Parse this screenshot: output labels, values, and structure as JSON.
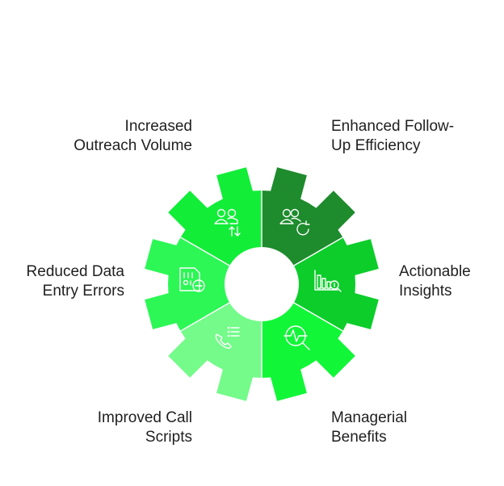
{
  "segments": [
    {
      "id": "outreach",
      "lines": [
        "Increased",
        "Outreach Volume"
      ],
      "color": "#1e8b2d",
      "icon": "users-arrows-icon"
    },
    {
      "id": "followup",
      "lines": [
        "Enhanced Follow-",
        "Up Efficiency"
      ],
      "color": "#0ccd2a",
      "icon": "users-refresh-icon"
    },
    {
      "id": "insights",
      "lines": [
        "Actionable",
        "Insights"
      ],
      "color": "#12f638",
      "icon": "chart-magnifier-icon"
    },
    {
      "id": "managerial",
      "lines": [
        "Managerial",
        "Benefits"
      ],
      "color": "#74fb8a",
      "icon": "pulse-magnifier-icon"
    },
    {
      "id": "scripts",
      "lines": [
        "Improved Call",
        "Scripts"
      ],
      "color": "#2cf755",
      "icon": "phone-list-icon"
    },
    {
      "id": "data-entry",
      "lines": [
        "Reduced Data",
        "Entry Errors"
      ],
      "color": "#12ed38",
      "icon": "binary-doc-icon"
    }
  ]
}
